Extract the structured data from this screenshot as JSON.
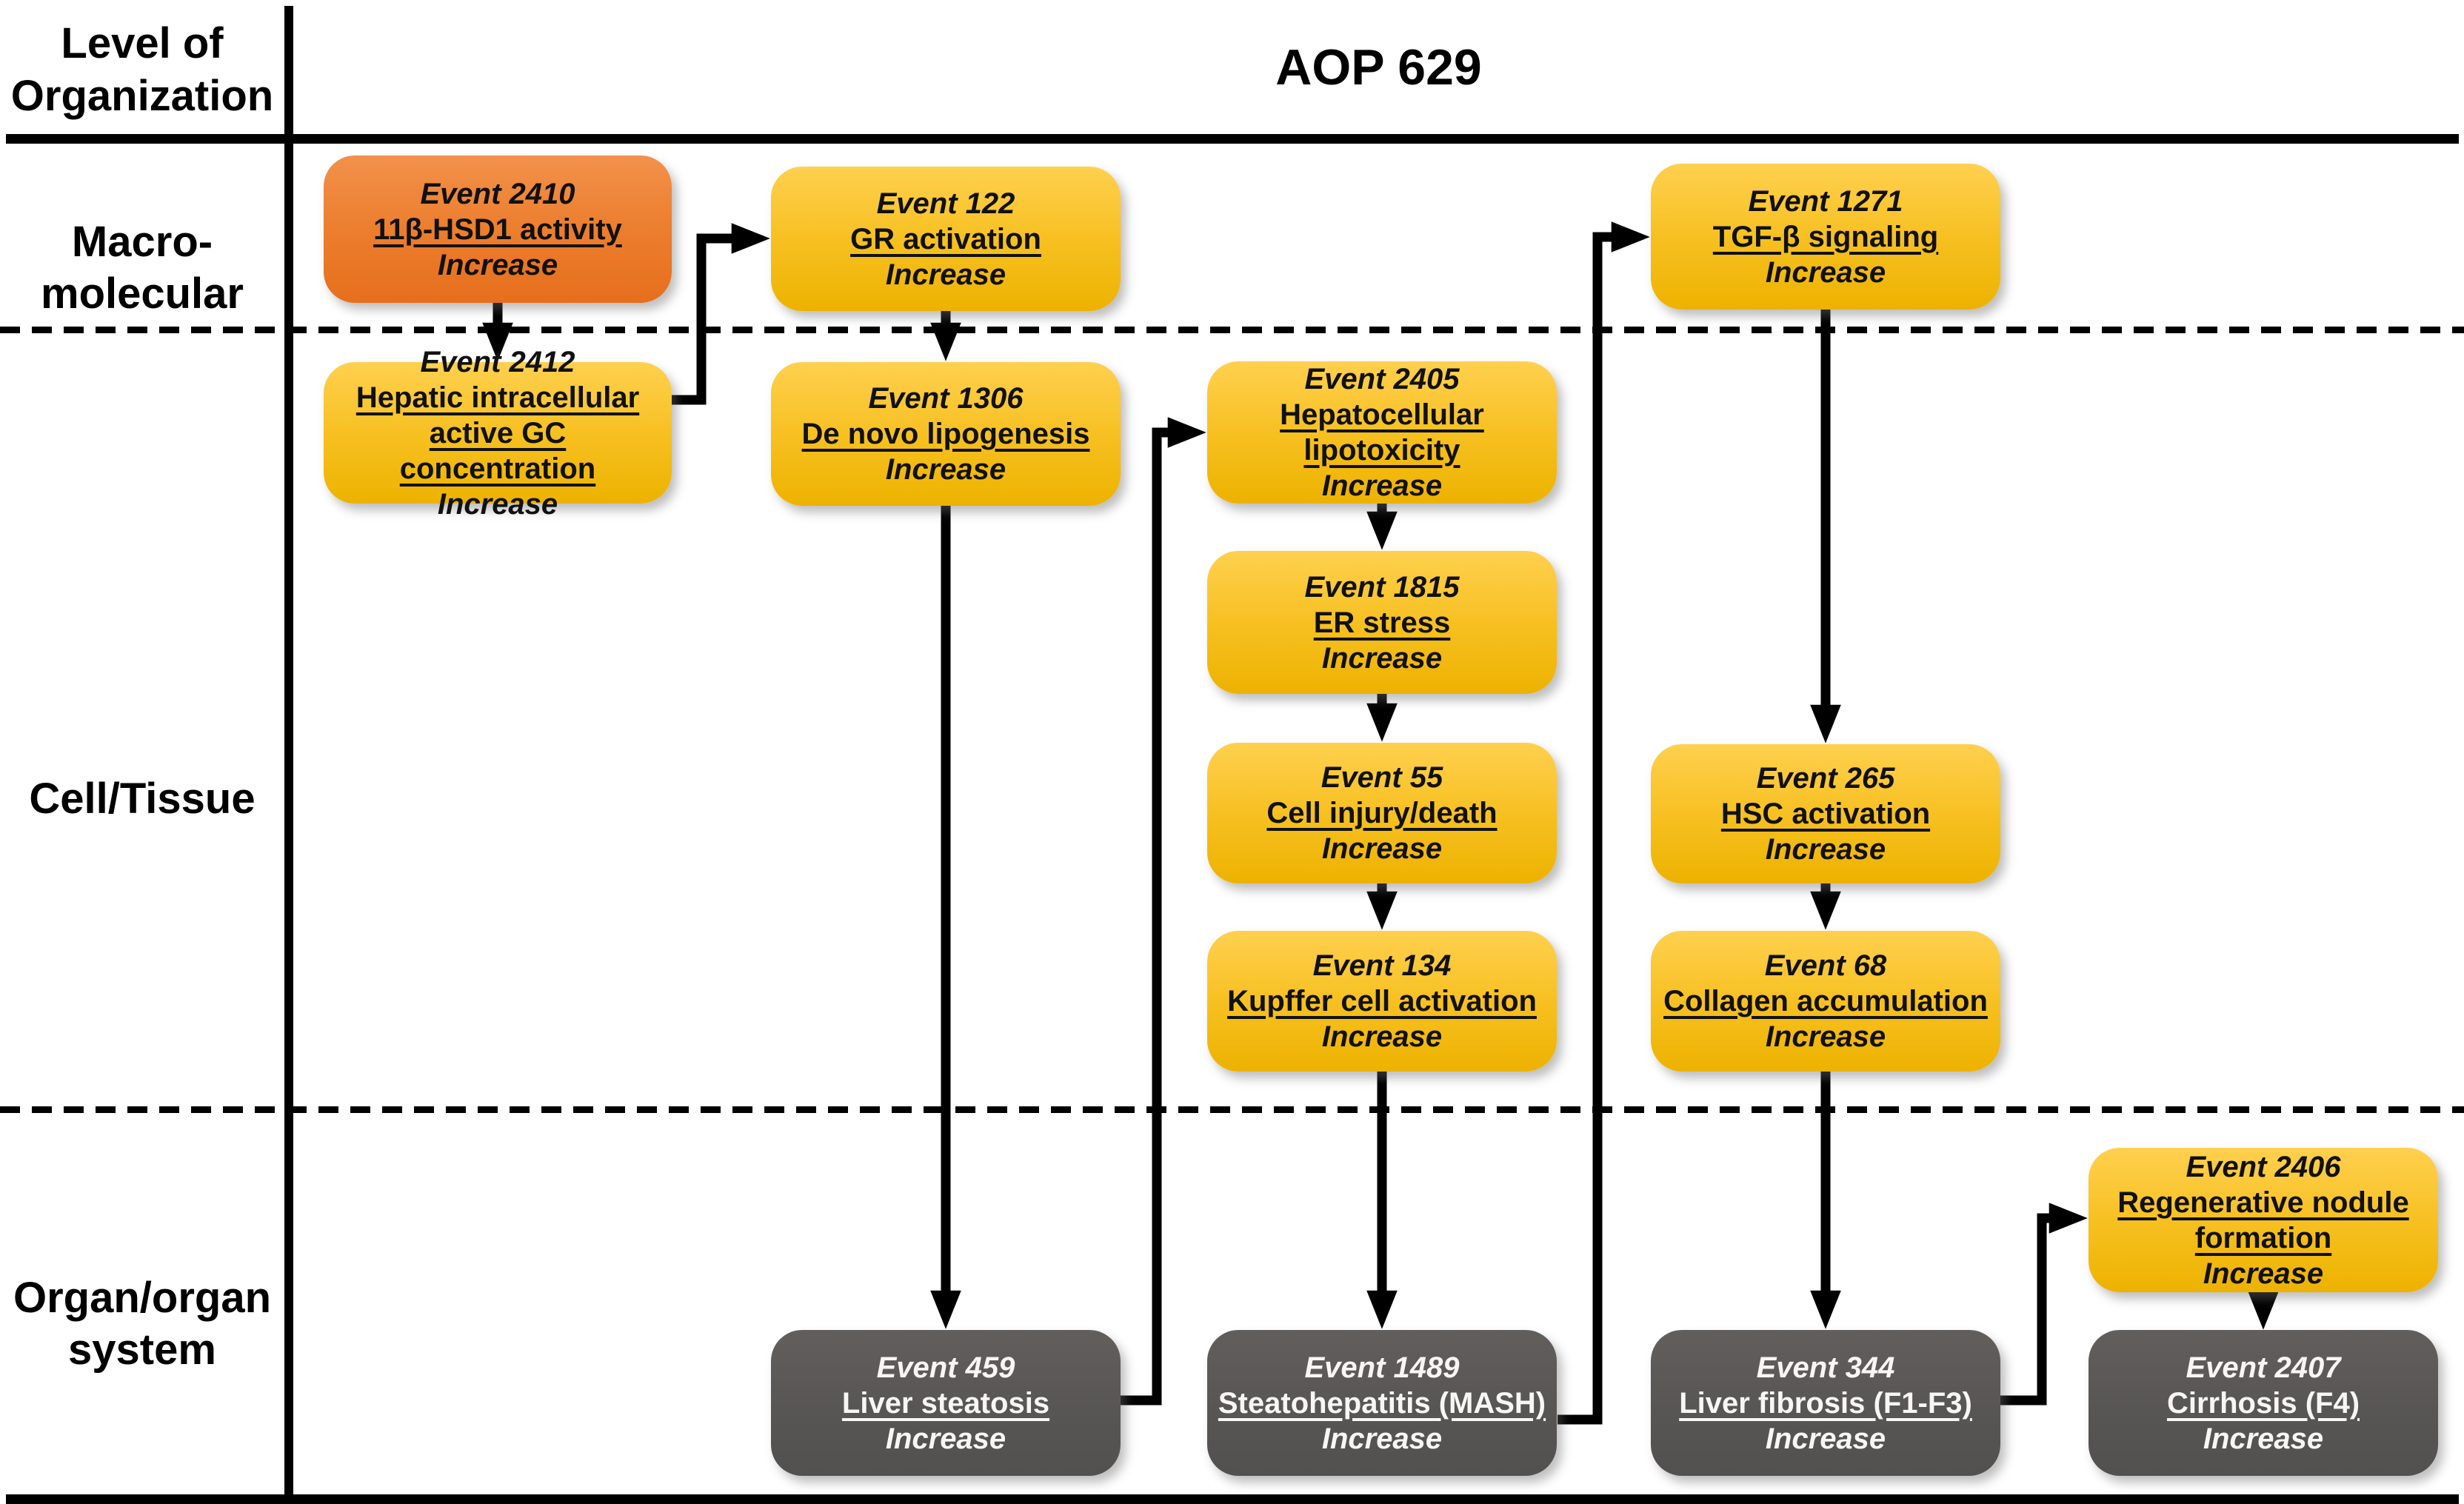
{
  "title": "AOP 629",
  "axis": {
    "label_lines": [
      "Level of",
      "Organization"
    ]
  },
  "levels": [
    {
      "id": "macromolecular",
      "label_lines": [
        "Macro-",
        "molecular"
      ]
    },
    {
      "id": "cell-tissue",
      "label_lines": [
        "Cell/Tissue"
      ]
    },
    {
      "id": "organ-system",
      "label_lines": [
        "Organ/organ",
        "system"
      ]
    }
  ],
  "events": [
    {
      "id": "2410",
      "label": "Event 2410",
      "name_lines": [
        "11β-HSD1 activity"
      ],
      "direction": "Increase",
      "color": "orange",
      "level": "Macro-molecular"
    },
    {
      "id": "122",
      "label": "Event 122",
      "name_lines": [
        "GR activation"
      ],
      "direction": "Increase",
      "color": "yellow",
      "level": "Macro-molecular"
    },
    {
      "id": "1271",
      "label": "Event 1271",
      "name_lines": [
        "TGF-β signaling"
      ],
      "direction": "Increase",
      "color": "yellow",
      "level": "Macro-molecular"
    },
    {
      "id": "2412",
      "label": "Event 2412",
      "name_lines": [
        "Hepatic intracellular",
        "active GC concentration"
      ],
      "direction": "Increase",
      "color": "yellow",
      "level": "Cell/Tissue"
    },
    {
      "id": "1306",
      "label": "Event 1306",
      "name_lines": [
        "De novo lipogenesis"
      ],
      "direction": "Increase",
      "color": "yellow",
      "level": "Cell/Tissue"
    },
    {
      "id": "2405",
      "label": "Event 2405",
      "name_lines": [
        "Hepatocellular",
        "lipotoxicity"
      ],
      "direction": "Increase",
      "color": "yellow",
      "level": "Cell/Tissue"
    },
    {
      "id": "1815",
      "label": "Event 1815",
      "name_lines": [
        "ER stress"
      ],
      "direction": "Increase",
      "color": "yellow",
      "level": "Cell/Tissue"
    },
    {
      "id": "55",
      "label": "Event 55",
      "name_lines": [
        "Cell injury/death"
      ],
      "direction": "Increase",
      "color": "yellow",
      "level": "Cell/Tissue"
    },
    {
      "id": "265",
      "label": "Event 265",
      "name_lines": [
        "HSC activation"
      ],
      "direction": "Increase",
      "color": "yellow",
      "level": "Cell/Tissue"
    },
    {
      "id": "134",
      "label": "Event 134",
      "name_lines": [
        "Kupffer cell activation"
      ],
      "direction": "Increase",
      "color": "yellow",
      "level": "Cell/Tissue"
    },
    {
      "id": "68",
      "label": "Event 68",
      "name_lines": [
        "Collagen accumulation"
      ],
      "direction": "Increase",
      "color": "yellow",
      "level": "Cell/Tissue"
    },
    {
      "id": "2406",
      "label": "Event 2406",
      "name_lines": [
        "Regenerative nodule",
        "formation"
      ],
      "direction": "Increase",
      "color": "yellow",
      "level": "Organ/organ system"
    },
    {
      "id": "459",
      "label": "Event 459",
      "name_lines": [
        "Liver steatosis"
      ],
      "direction": "Increase",
      "color": "dark",
      "level": "Organ/organ system"
    },
    {
      "id": "1489",
      "label": "Event 1489",
      "name_lines": [
        "Steatohepatitis (MASH)"
      ],
      "direction": "Increase",
      "color": "dark",
      "level": "Organ/organ system"
    },
    {
      "id": "344",
      "label": "Event 344",
      "name_lines": [
        "Liver fibrosis (F1-F3)"
      ],
      "direction": "Increase",
      "color": "dark",
      "level": "Organ/organ system"
    },
    {
      "id": "2407",
      "label": "Event 2407",
      "name_lines": [
        "Cirrhosis (F4)"
      ],
      "direction": "Increase",
      "color": "dark",
      "level": "Organ/organ system"
    }
  ],
  "edges": [
    {
      "from": "2410",
      "to": "2412"
    },
    {
      "from": "2412",
      "to": "122"
    },
    {
      "from": "122",
      "to": "1306"
    },
    {
      "from": "1306",
      "to": "459"
    },
    {
      "from": "459",
      "to": "2405"
    },
    {
      "from": "2405",
      "to": "1815"
    },
    {
      "from": "1815",
      "to": "55"
    },
    {
      "from": "55",
      "to": "134"
    },
    {
      "from": "134",
      "to": "1489"
    },
    {
      "from": "1489",
      "to": "1271"
    },
    {
      "from": "1271",
      "to": "265"
    },
    {
      "from": "265",
      "to": "68"
    },
    {
      "from": "68",
      "to": "344"
    },
    {
      "from": "344",
      "to": "2406"
    },
    {
      "from": "2406",
      "to": "2407"
    }
  ],
  "colors": {
    "node_yellow": "#F5BD14",
    "node_orange": "#EC7E2E",
    "node_dark": "#585654",
    "line_black": "#000000",
    "background": "#FFFFFF"
  }
}
